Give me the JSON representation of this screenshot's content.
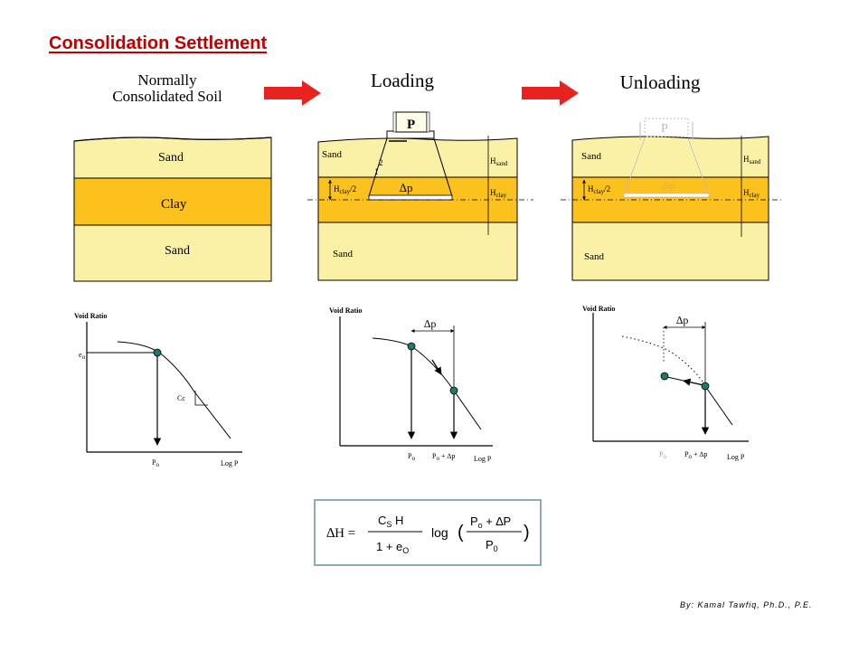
{
  "title": "Consolidation Settlement",
  "panels": {
    "initial": {
      "title_line1": "Normally",
      "title_line2": "Consolidated Soil",
      "layers": [
        "Sand",
        "Clay",
        "Sand"
      ]
    },
    "loading": {
      "title": "Loading",
      "load_label": "P",
      "dp_label": "∆p",
      "angle_label": "2",
      "angle_label2": "1",
      "h_sand_label": "H",
      "h_sand_sub": "sand",
      "h_clay_label": "H",
      "h_clay_sub": "clay",
      "h_half_label": "H",
      "h_half_sub": "clay",
      "h_half_suffix": "/2",
      "layers": [
        "Sand",
        "Sand"
      ]
    },
    "unloading": {
      "title": "Unloading",
      "load_label": "P",
      "dp_label": "∆p",
      "h_sand_label": "H",
      "h_sand_sub": "sand",
      "h_clay_label": "H",
      "h_clay_sub": "clay",
      "h_half_label": "H",
      "h_half_sub": "clay",
      "h_half_suffix": "/2",
      "layers": [
        "Sand",
        "Sand"
      ]
    }
  },
  "graphs": {
    "g1": {
      "ylabel": "Void Ratio",
      "xlabel": "Log P",
      "e_label": "e",
      "e_sub": "o",
      "p_label": "P",
      "p_sub": "o",
      "slope_label": "Cc"
    },
    "g2": {
      "ylabel": "Void Ratio",
      "xlabel": "Log P",
      "dp_label": "∆p",
      "p0_label": "P",
      "p0_sub": "o",
      "p1_label": "P",
      "p1_sub": "o",
      "p1_suffix": " + ∆p"
    },
    "g3": {
      "ylabel": "Void Ratio",
      "xlabel": "Log P",
      "dp_label": "∆p",
      "p0_label": "P",
      "p0_sub": "o",
      "p1_label": "P",
      "p1_sub": "o",
      "p1_suffix": " + ∆p"
    }
  },
  "equation": {
    "lhs": "∆H =",
    "num_c": "C",
    "num_sub": "S",
    "num_h": " H",
    "den_1": "1 + e",
    "den_sub": "O",
    "log": "log",
    "open": "(",
    "close": ")",
    "frac_num_p": "P",
    "frac_num_sub": "o",
    "frac_num_rest": " + ∆P",
    "frac_den_p": "P",
    "frac_den_sub": "0"
  },
  "credit": "By: Kamal Tawfiq, Ph.D., P.E.",
  "colors": {
    "title": "#c00000",
    "arrow": "#e8231f",
    "sand": "#fbf1a6",
    "clay": "#fbc11c",
    "point": "#1d7a6a",
    "equation_border": "#8eaab4"
  }
}
